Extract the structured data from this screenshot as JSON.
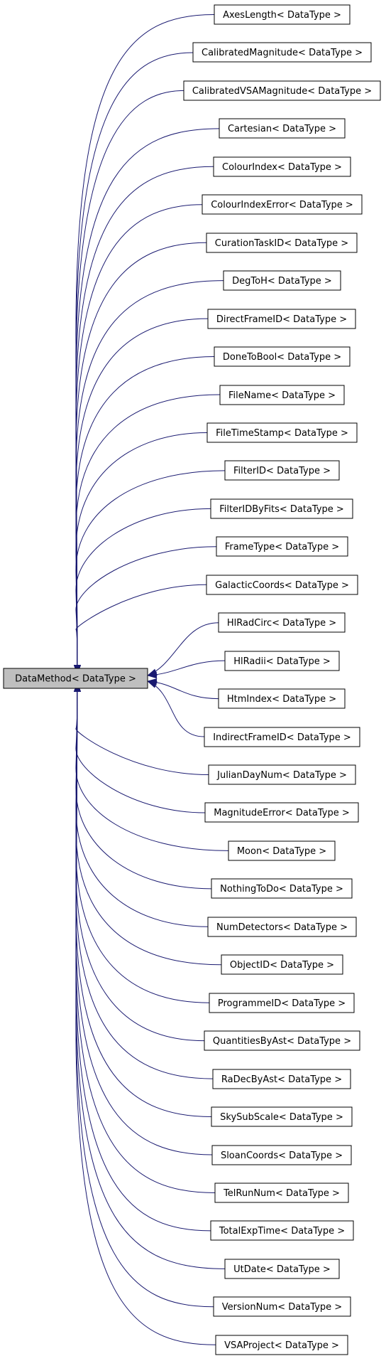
{
  "diagram": {
    "base_class": "DataMethod< DataType >",
    "edge_color": "#191970",
    "arrow_color": "#191970",
    "derived_classes": [
      "AxesLength< DataType >",
      "CalibratedMagnitude< DataType >",
      "CalibratedVSAMagnitude< DataType >",
      "Cartesian< DataType >",
      "ColourIndex< DataType >",
      "ColourIndexError< DataType >",
      "CurationTaskID< DataType >",
      "DegToH< DataType >",
      "DirectFrameID< DataType >",
      "DoneToBool< DataType >",
      "FileName< DataType >",
      "FileTimeStamp< DataType >",
      "FilterID< DataType >",
      "FilterIDByFits< DataType >",
      "FrameType< DataType >",
      "GalacticCoords< DataType >",
      "HlRadCirc< DataType >",
      "HlRadii< DataType >",
      "HtmIndex< DataType >",
      "IndirectFrameID< DataType >",
      "JulianDayNum< DataType >",
      "MagnitudeError< DataType >",
      "Moon< DataType >",
      "NothingToDo< DataType >",
      "NumDetectors< DataType >",
      "ObjectID< DataType >",
      "ProgrammeID< DataType >",
      "QuantitiesByAst< DataType >",
      "RaDecByAst< DataType >",
      "SkySubScale< DataType >",
      "SloanCoords< DataType >",
      "TelRunNum< DataType >",
      "TotalExpTime< DataType >",
      "UtDate< DataType >",
      "VersionNum< DataType >",
      "VSAProject< DataType >"
    ]
  }
}
